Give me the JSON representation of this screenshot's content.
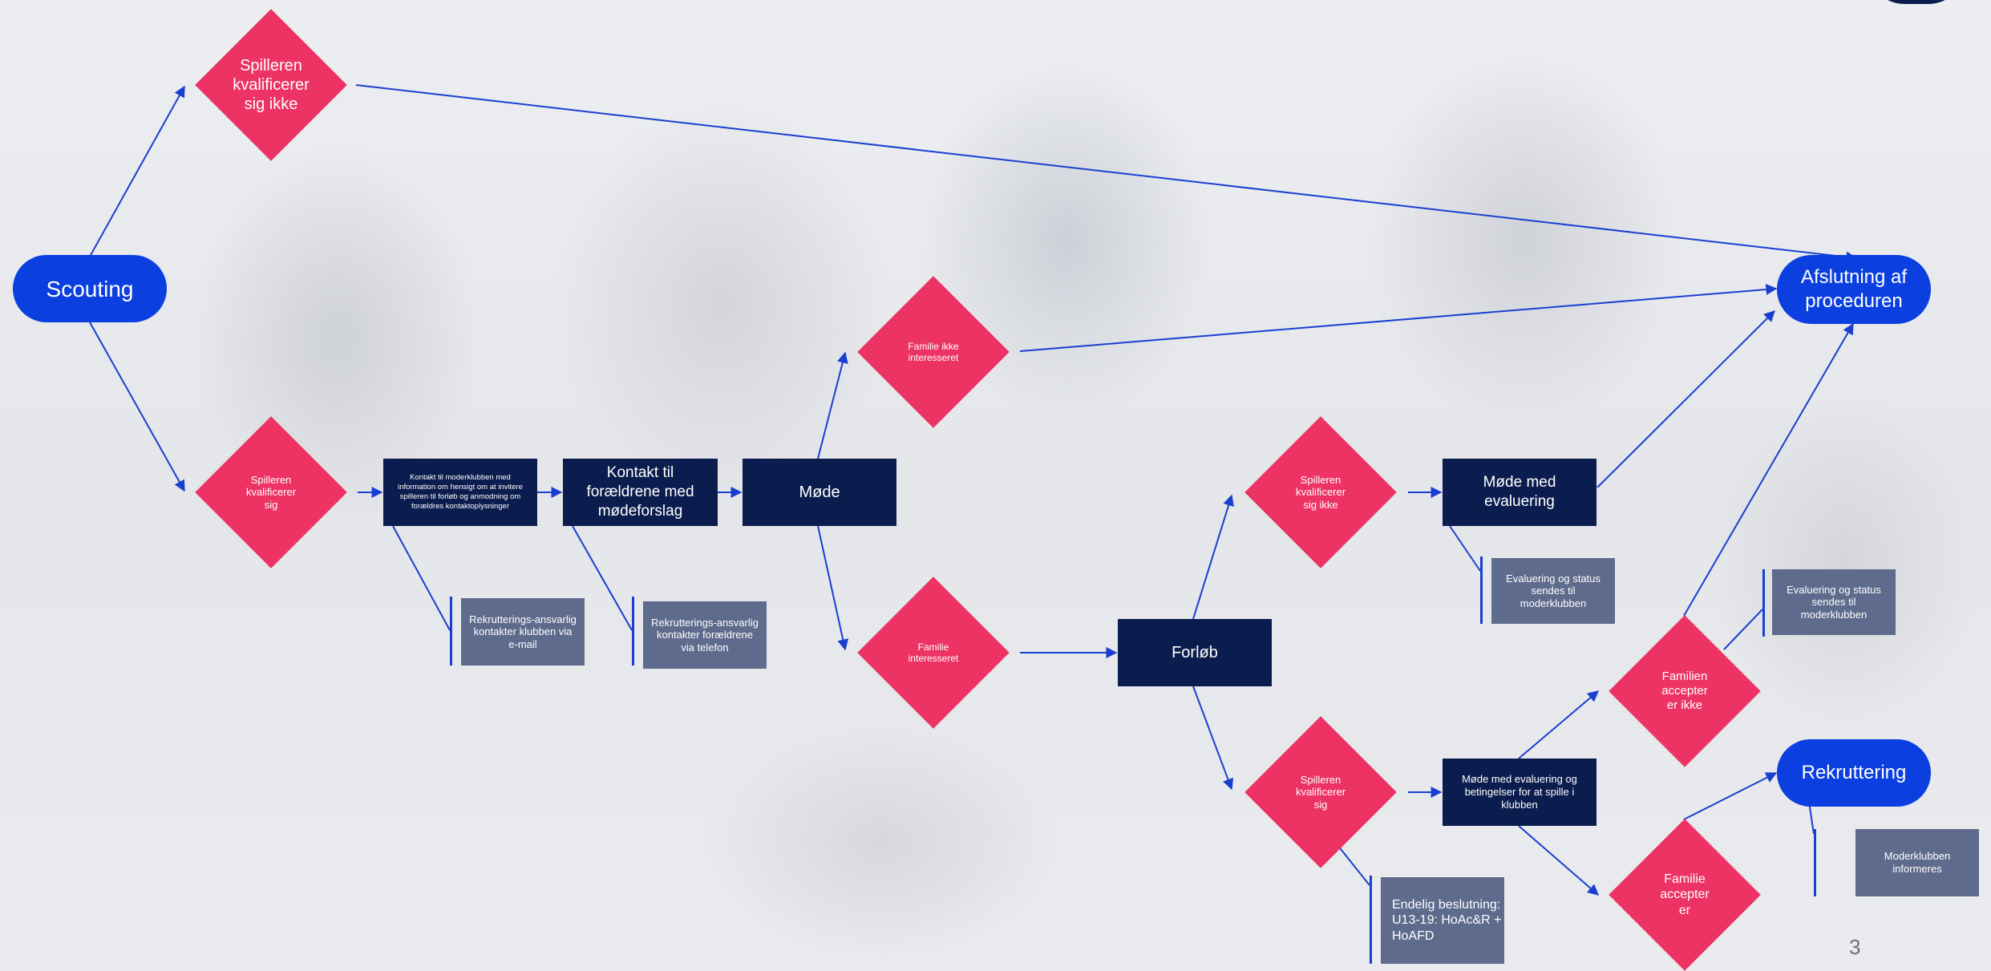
{
  "nodes": {
    "scouting": "Scouting",
    "afslutning": "Afslutning af proceduren",
    "rekruttering": "Rekruttering",
    "spiller_ikke_top": "Spilleren kvalificerer sig ikke",
    "spiller_sig": "Spilleren kvalificerer sig",
    "kontakt_klub": "Kontakt til moderklubben med information om hensigt om at invitere spilleren til forløb og anmodning om forældres kontaktoplysninger",
    "kontakt_foraeldre": "Kontakt til forældrene med mødeforslag",
    "mode": "Møde",
    "familie_ikke": "Familie ikke interesseret",
    "familie_interesseret": "Familie interesseret",
    "forlob": "Forløb",
    "spiller_ikke_mid": "Spilleren kvalificerer sig ikke",
    "spiller_sig_low": "Spilleren kvalificerer sig",
    "mode_evaluering": "Møde med evaluering",
    "mode_evaluering_betingelser": "Møde med evaluering og betingelser for at spille i klubben",
    "familien_accepterer_ikke": "Familien accepter er ikke",
    "familie_accepterer": "Familie accepter er"
  },
  "notes": {
    "rekrut_email": "Rekrutterings-ansvarlig kontakter klubben via e-mail",
    "rekrut_telefon": "Rekrutterings-ansvarlig kontakter forældrene via telefon",
    "evaluering_1": "Evaluering og status sendes til moderklubben",
    "evaluering_2": "Evaluering og status sendes til moderklubben",
    "endelig": "Endelig beslutning: U13-19: HoAc&R + HoAFD",
    "moderklubben": "Moderklubben informeres"
  },
  "page_number": "3",
  "colors": {
    "pill": "#0b3fe0",
    "diamond": "#ec3364",
    "box": "#0b1d4e",
    "note": "#5f6b8c",
    "connector": "#1a3fd0"
  }
}
